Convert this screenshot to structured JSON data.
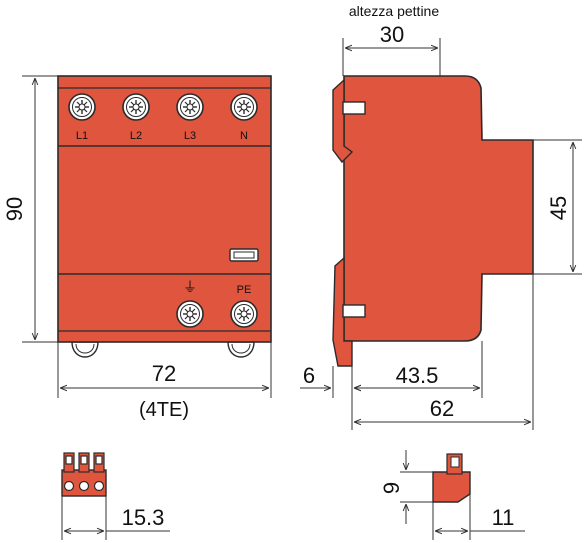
{
  "colors": {
    "body_fill": "#e0553e",
    "outline": "#2b2b2b",
    "dimension_line": "#333333",
    "terminal_fill": "#ffffff"
  },
  "front_view": {
    "terminals_top": [
      "L1",
      "L2",
      "L3",
      "N"
    ],
    "terminals_bottom": [
      {
        "label": "⏚",
        "icon": "ground-symbol-icon"
      },
      {
        "label": "PE"
      }
    ],
    "dim_height": "90",
    "dim_width": "72",
    "dim_width_note": "(4TE)"
  },
  "side_view": {
    "caption": "altezza pettine",
    "dim_comb": "30",
    "dim_depth_front": "45",
    "dim_rail": "6",
    "dim_depth_body": "43.5",
    "dim_total": "62"
  },
  "connector_front": {
    "dim_width": "15.3"
  },
  "connector_side": {
    "dim_height": "9",
    "dim_width": "11"
  }
}
